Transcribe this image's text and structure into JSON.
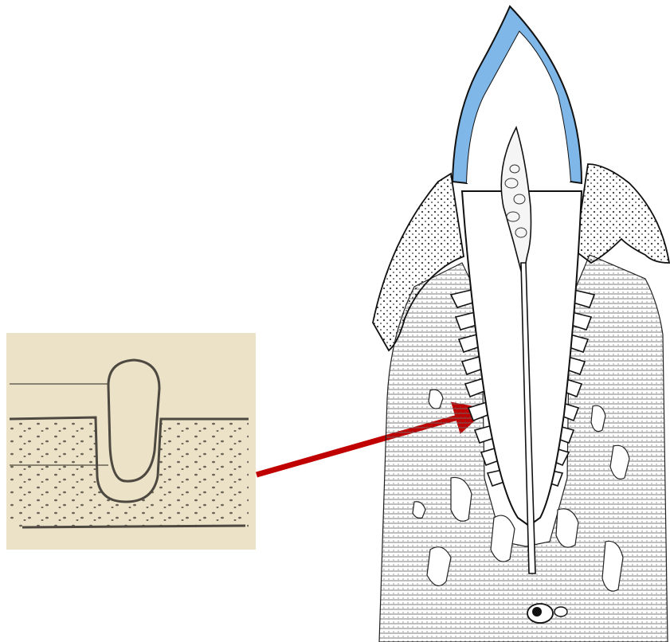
{
  "colors": {
    "background": "#ffffff",
    "sketch_paper": "#ece2c8",
    "sketch_ink": "#4d4840",
    "enamel_blue": "#7fb7e8",
    "outline_ink": "#1e1e1e",
    "bone_hatch": "#6c6c6c",
    "arrow_red": "#c00000"
  },
  "panels": {
    "sketch": "simple-tooth-in-bone-sketch",
    "anatomy": "tooth-cross-section-illustration"
  },
  "arrow": {
    "direction": "sketch-to-tooth-socket"
  }
}
